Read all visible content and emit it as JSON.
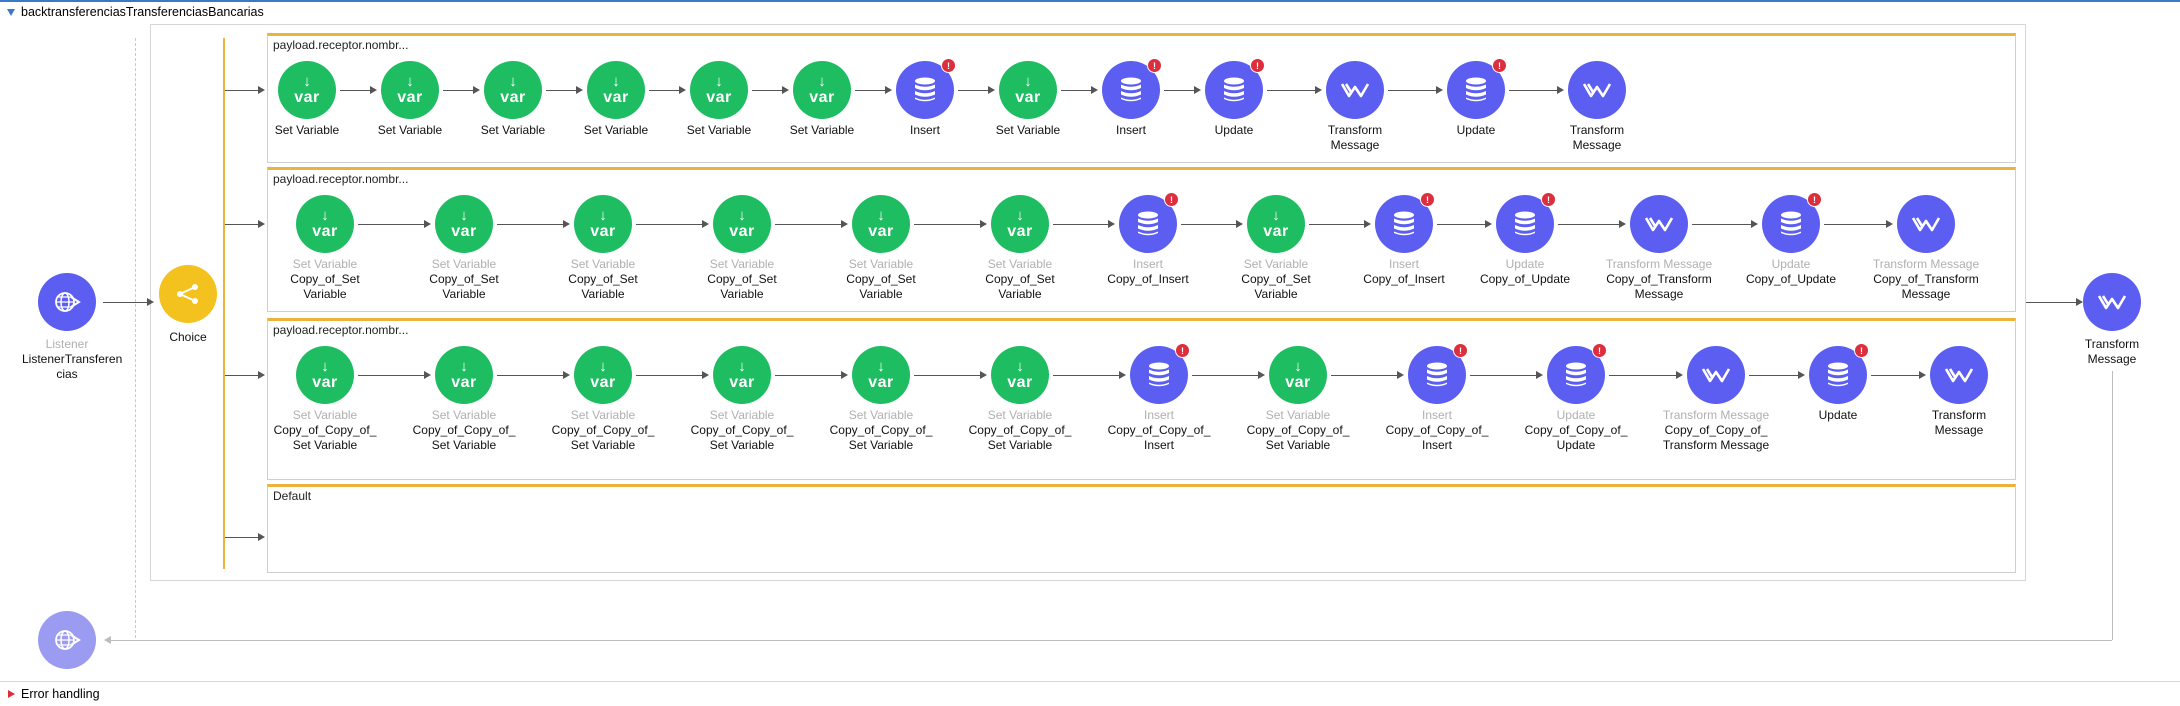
{
  "flow": {
    "name": "backtransferenciasTransferenciasBancarias"
  },
  "source": {
    "type": "Listener",
    "name": "ListenerTransferencias",
    "name_wrapped": "ListenerTransferen\ncias",
    "icon": "globe-icon"
  },
  "choice": {
    "label": "Choice",
    "icon": "choice-branch-icon"
  },
  "routes": [
    {
      "label": "payload.receptor.nombr...",
      "nodes": [
        {
          "kind": "var",
          "type": "",
          "name": "Set Variable",
          "err": false
        },
        {
          "kind": "var",
          "type": "",
          "name": "Set Variable",
          "err": false
        },
        {
          "kind": "var",
          "type": "",
          "name": "Set Variable",
          "err": false
        },
        {
          "kind": "var",
          "type": "",
          "name": "Set Variable",
          "err": false
        },
        {
          "kind": "var",
          "type": "",
          "name": "Set Variable",
          "err": false
        },
        {
          "kind": "var",
          "type": "",
          "name": "Set Variable",
          "err": false
        },
        {
          "kind": "db",
          "type": "",
          "name": "Insert",
          "err": true
        },
        {
          "kind": "var",
          "type": "",
          "name": "Set Variable",
          "err": false
        },
        {
          "kind": "db",
          "type": "",
          "name": "Insert",
          "err": true
        },
        {
          "kind": "db",
          "type": "",
          "name": "Update",
          "err": true
        },
        {
          "kind": "tm",
          "type": "",
          "name": "Transform\nMessage",
          "err": false
        },
        {
          "kind": "db",
          "type": "",
          "name": "Update",
          "err": true
        },
        {
          "kind": "tm",
          "type": "",
          "name": "Transform\nMessage",
          "err": false
        }
      ]
    },
    {
      "label": "payload.receptor.nombr...",
      "nodes": [
        {
          "kind": "var",
          "type": "Set Variable",
          "name": "Copy_of_Set\nVariable",
          "err": false
        },
        {
          "kind": "var",
          "type": "Set Variable",
          "name": "Copy_of_Set\nVariable",
          "err": false
        },
        {
          "kind": "var",
          "type": "Set Variable",
          "name": "Copy_of_Set\nVariable",
          "err": false
        },
        {
          "kind": "var",
          "type": "Set Variable",
          "name": "Copy_of_Set\nVariable",
          "err": false
        },
        {
          "kind": "var",
          "type": "Set Variable",
          "name": "Copy_of_Set\nVariable",
          "err": false
        },
        {
          "kind": "var",
          "type": "Set Variable",
          "name": "Copy_of_Set\nVariable",
          "err": false
        },
        {
          "kind": "db",
          "type": "Insert",
          "name": "Copy_of_Insert",
          "err": true
        },
        {
          "kind": "var",
          "type": "Set Variable",
          "name": "Copy_of_Set\nVariable",
          "err": false
        },
        {
          "kind": "db",
          "type": "Insert",
          "name": "Copy_of_Insert",
          "err": true
        },
        {
          "kind": "db",
          "type": "Update",
          "name": "Copy_of_Update",
          "err": true
        },
        {
          "kind": "tm",
          "type": "Transform Message",
          "name": "Copy_of_Transform\nMessage",
          "err": false
        },
        {
          "kind": "db",
          "type": "Update",
          "name": "Copy_of_Update",
          "err": true
        },
        {
          "kind": "tm",
          "type": "Transform Message",
          "name": "Copy_of_Transform\nMessage",
          "err": false
        }
      ]
    },
    {
      "label": "payload.receptor.nombr...",
      "nodes": [
        {
          "kind": "var",
          "type": "Set Variable",
          "name": "Copy_of_Copy_of_\nSet Variable",
          "err": false
        },
        {
          "kind": "var",
          "type": "Set Variable",
          "name": "Copy_of_Copy_of_\nSet Variable",
          "err": false
        },
        {
          "kind": "var",
          "type": "Set Variable",
          "name": "Copy_of_Copy_of_\nSet Variable",
          "err": false
        },
        {
          "kind": "var",
          "type": "Set Variable",
          "name": "Copy_of_Copy_of_\nSet Variable",
          "err": false
        },
        {
          "kind": "var",
          "type": "Set Variable",
          "name": "Copy_of_Copy_of_\nSet Variable",
          "err": false
        },
        {
          "kind": "var",
          "type": "Set Variable",
          "name": "Copy_of_Copy_of_\nSet Variable",
          "err": false
        },
        {
          "kind": "db",
          "type": "Insert",
          "name": "Copy_of_Copy_of_\nInsert",
          "err": true
        },
        {
          "kind": "var",
          "type": "Set Variable",
          "name": "Copy_of_Copy_of_\nSet Variable",
          "err": false
        },
        {
          "kind": "db",
          "type": "Insert",
          "name": "Copy_of_Copy_of_\nInsert",
          "err": true
        },
        {
          "kind": "db",
          "type": "Update",
          "name": "Copy_of_Copy_of_\nUpdate",
          "err": true
        },
        {
          "kind": "tm",
          "type": "Transform Message",
          "name": "Copy_of_Copy_of_\nTransform Message",
          "err": false
        },
        {
          "kind": "db",
          "type": "",
          "name": "Update",
          "err": true
        },
        {
          "kind": "tm",
          "type": "",
          "name": "Transform\nMessage",
          "err": false
        }
      ]
    },
    {
      "label": "Default",
      "nodes": []
    }
  ],
  "final": {
    "name": "Transform\nMessage",
    "icon": "transform-message-icon"
  },
  "return_icon": "globe-icon",
  "error_handling": {
    "label": "Error handling"
  },
  "colors": {
    "var": "#1ebd62",
    "connector": "#5b5ef0",
    "choice": "#f3c21e",
    "error_badge": "#dc2e3c",
    "route_border": "#ecb33c",
    "accent": "#3c78c8"
  }
}
